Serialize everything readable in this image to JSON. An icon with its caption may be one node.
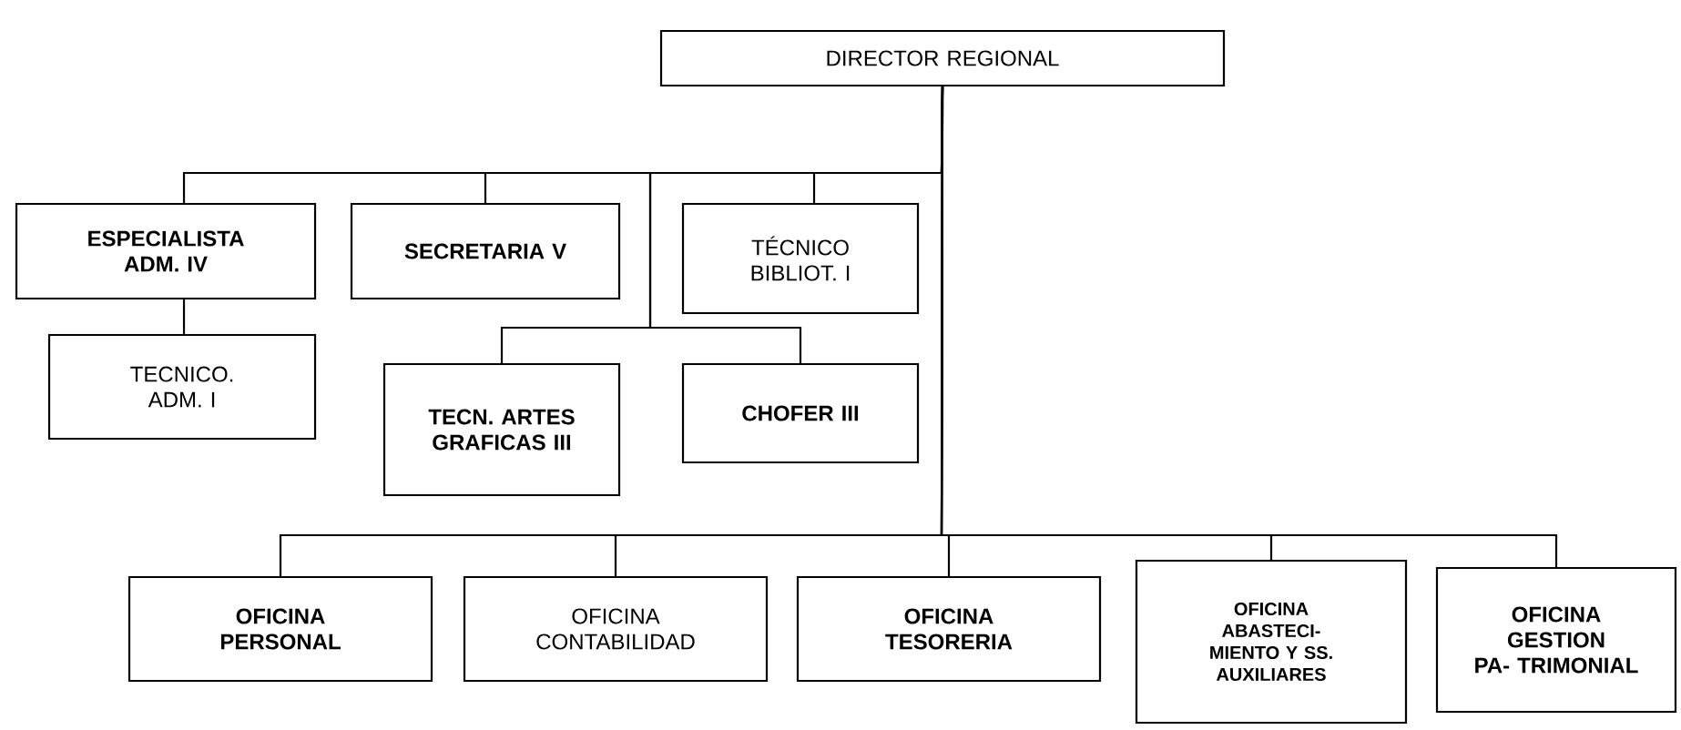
{
  "diagram": {
    "nodes": [
      {
        "text": [
          "DIRECTOR REGIONAL"
        ]
      },
      {
        "text": [
          "ESPECIALISTA ADM. IV"
        ]
      },
      {
        "text": [
          "SECRETARIA V"
        ]
      },
      {
        "text": [
          "TÉCNICO BIBLIOT. I"
        ]
      },
      {
        "text": [
          "TECNICO. ADM. I"
        ]
      },
      {
        "text": [
          "TECN. ARTES GRAFICAS III"
        ]
      },
      {
        "text": [
          "CHOFER III"
        ]
      },
      {
        "text": [
          "OFICINA PERSONAL"
        ]
      },
      {
        "text": [
          "OFICINA CONTABILIDAD"
        ]
      },
      {
        "text": [
          "OFICINA TESORERIA"
        ]
      },
      {
        "text": [
          "OFICINA ABASTECI- MIENTO Y SS. AUXILIARES"
        ]
      },
      {
        "text": [
          "OFICINA GESTION PA- TRIMONIAL"
        ]
      }
    ],
    "edges": [
      {
        "from": 0,
        "to": 1,
        "arrow": "none"
      },
      {
        "from": 0,
        "to": 2,
        "arrow": "none"
      },
      {
        "from": 0,
        "to": 3,
        "arrow": "none"
      },
      {
        "from": 0,
        "to": 5,
        "arrow": "none"
      },
      {
        "from": 0,
        "to": 6,
        "arrow": "none"
      },
      {
        "from": 1,
        "to": 4,
        "arrow": "none"
      },
      {
        "from": 0,
        "to": 7,
        "arrow": "none"
      },
      {
        "from": 0,
        "to": 8,
        "arrow": "none"
      },
      {
        "from": 0,
        "to": 9,
        "arrow": "none"
      },
      {
        "from": 0,
        "to": 10,
        "arrow": "none"
      },
      {
        "from": 0,
        "to": 11,
        "arrow": "none"
      }
    ]
  }
}
